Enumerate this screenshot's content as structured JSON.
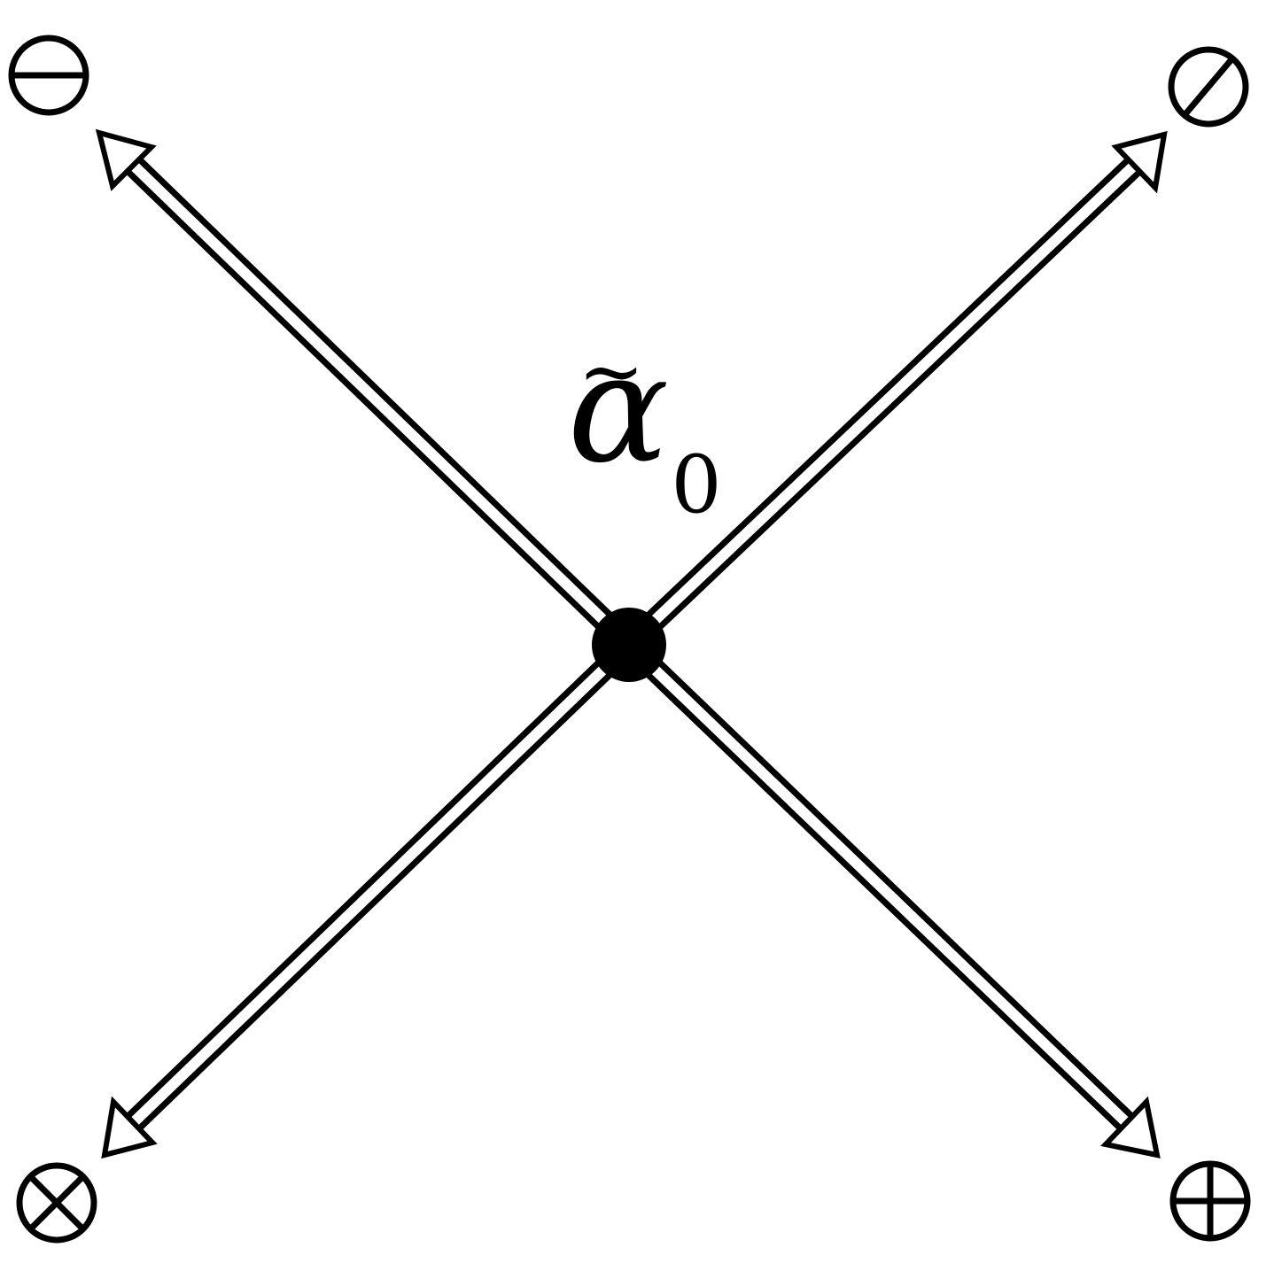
{
  "diagram": {
    "center_label": {
      "symbol": "α",
      "tilde": "~",
      "subscript": "0"
    },
    "center_node": "filled-dot",
    "arrows": [
      {
        "direction": "up-left",
        "end_symbol": "⊖",
        "end_symbol_name": "circled-minus-icon"
      },
      {
        "direction": "up-right",
        "end_symbol": "⊘",
        "end_symbol_name": "circled-slash-icon"
      },
      {
        "direction": "down-left",
        "end_symbol": "⊗",
        "end_symbol_name": "circled-times-icon"
      },
      {
        "direction": "down-right",
        "end_symbol": "⊕",
        "end_symbol_name": "circled-plus-icon"
      }
    ],
    "arrow_style": "double-line hollow arrowhead",
    "colors": {
      "stroke": "#000000",
      "background": "#ffffff"
    }
  }
}
